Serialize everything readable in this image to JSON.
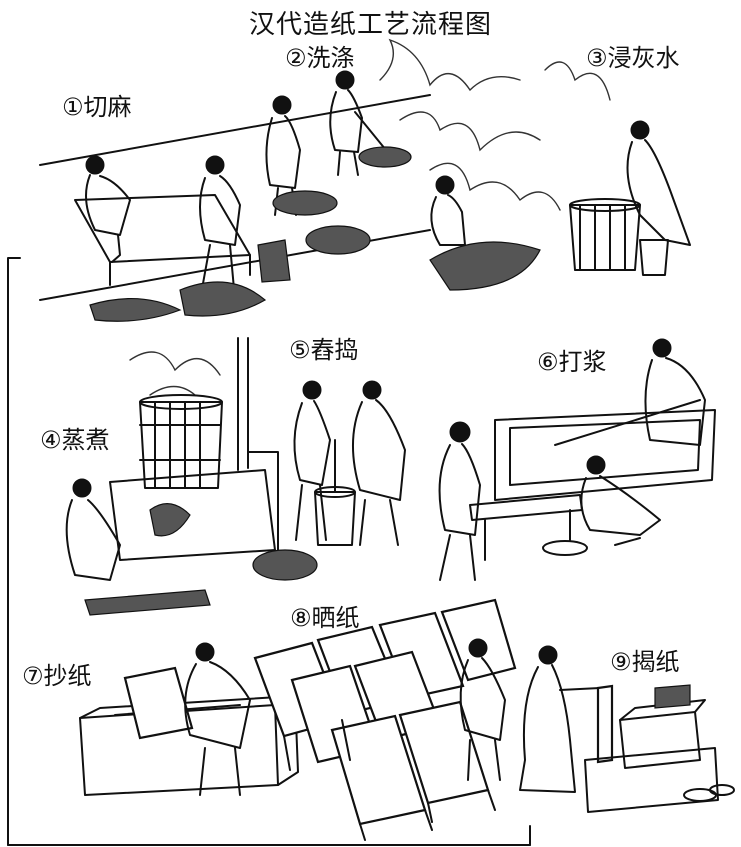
{
  "title": "汉代造纸工艺流程图",
  "steps": [
    {
      "label": "①切麻"
    },
    {
      "label": "②洗涤"
    },
    {
      "label": "③浸灰水"
    },
    {
      "label": "④蒸煮"
    },
    {
      "label": "⑤舂捣"
    },
    {
      "label": "⑥打浆"
    },
    {
      "label": "⑦抄纸"
    },
    {
      "label": "⑧晒纸"
    },
    {
      "label": "⑨揭纸"
    }
  ],
  "colors": {
    "ink": "#111111",
    "background": "#ffffff"
  }
}
